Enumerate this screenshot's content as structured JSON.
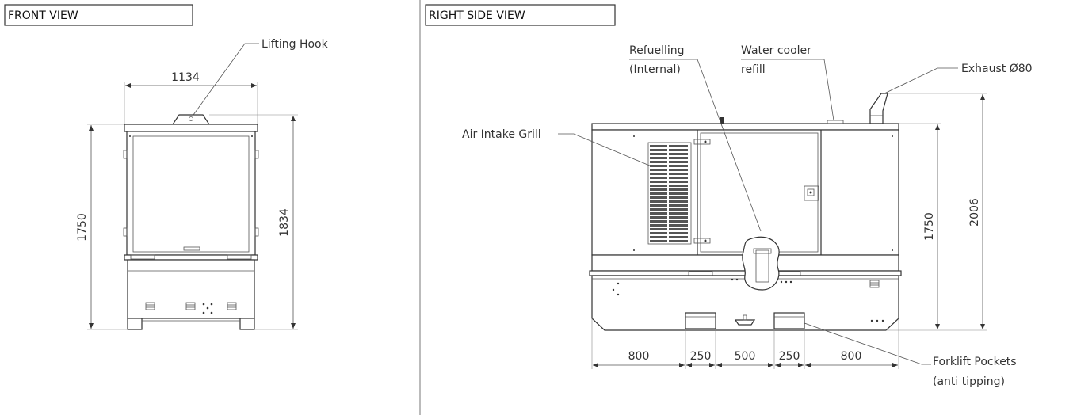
{
  "front_view": {
    "title": "FRONT VIEW",
    "callouts": {
      "lifting_hook": "Lifting Hook"
    },
    "dimensions": {
      "width": "1134",
      "height_body": "1750",
      "height_total": "1834"
    }
  },
  "side_view": {
    "title": "RIGHT SIDE VIEW",
    "callouts": {
      "refuelling_1": "Refuelling",
      "refuelling_2": "(Internal)",
      "water_1": "Water cooler",
      "water_2": "refill",
      "exhaust": "Exhaust Ø80",
      "air_intake": "Air Intake Grill",
      "forklift_1": "Forklift Pockets",
      "forklift_2": "(anti tipping)"
    },
    "dimensions": {
      "height_body": "1750",
      "height_total": "2006",
      "seg_1": "800",
      "seg_2": "250",
      "seg_3": "500",
      "seg_4": "250",
      "seg_5": "800"
    }
  }
}
